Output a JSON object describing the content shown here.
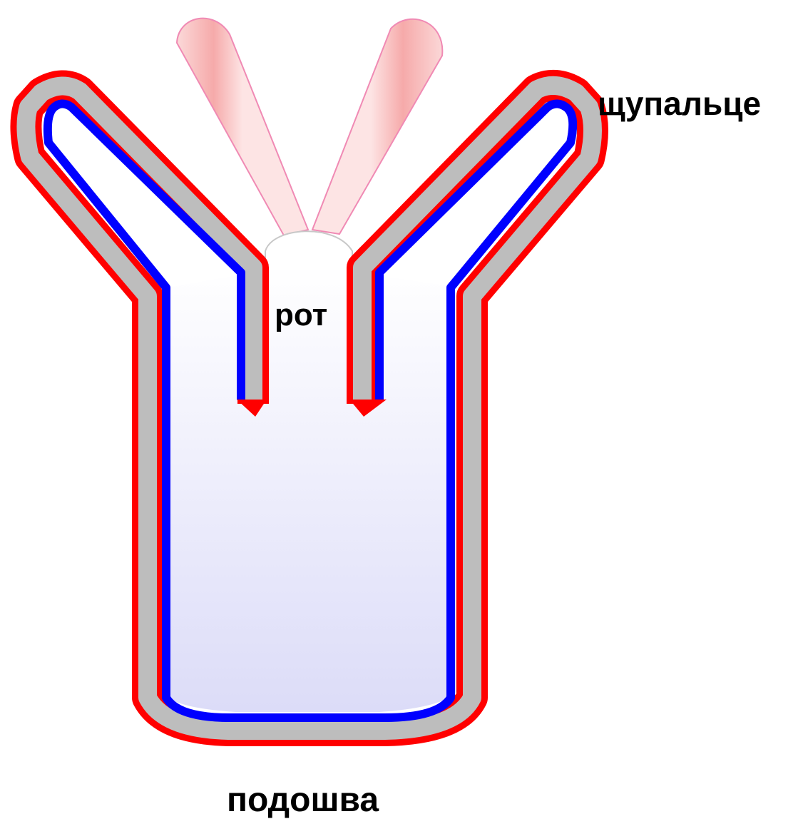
{
  "diagram": {
    "labels": {
      "tentacle": "щупальце",
      "mouth": "рот",
      "sole": "подошва"
    },
    "colors": {
      "outer_layer": "#ff0000",
      "middle_layer": "#bdbdbd",
      "inner_layer": "#0000ff",
      "body_cavity_top": "#ffffff",
      "body_cavity_bottom": "#dcdcf8",
      "tentacle_fill": "#f8b4b4",
      "tentacle_outline": "#f08ab4",
      "mouth_fill": "#ffffff",
      "mouth_outline": "#c8c8c8"
    }
  }
}
